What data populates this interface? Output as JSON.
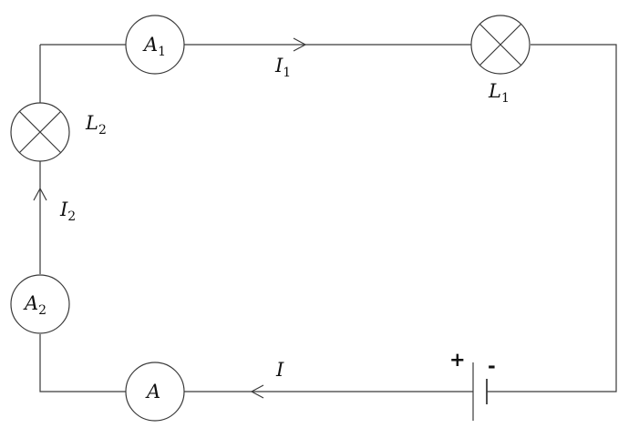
{
  "diagram": {
    "labels": {
      "ammeter_main": {
        "symbol": "A",
        "sub": ""
      },
      "ammeter_1": {
        "symbol": "A",
        "sub": "1"
      },
      "ammeter_2": {
        "symbol": "A",
        "sub": "2"
      },
      "lamp_1": {
        "symbol": "L",
        "sub": "1"
      },
      "lamp_2": {
        "symbol": "L",
        "sub": "2"
      },
      "current_main": {
        "symbol": "I",
        "sub": ""
      },
      "current_1": {
        "symbol": "I",
        "sub": "1"
      },
      "current_2": {
        "symbol": "I",
        "sub": "2"
      }
    },
    "battery": {
      "positive": "+",
      "negative": "-"
    }
  }
}
